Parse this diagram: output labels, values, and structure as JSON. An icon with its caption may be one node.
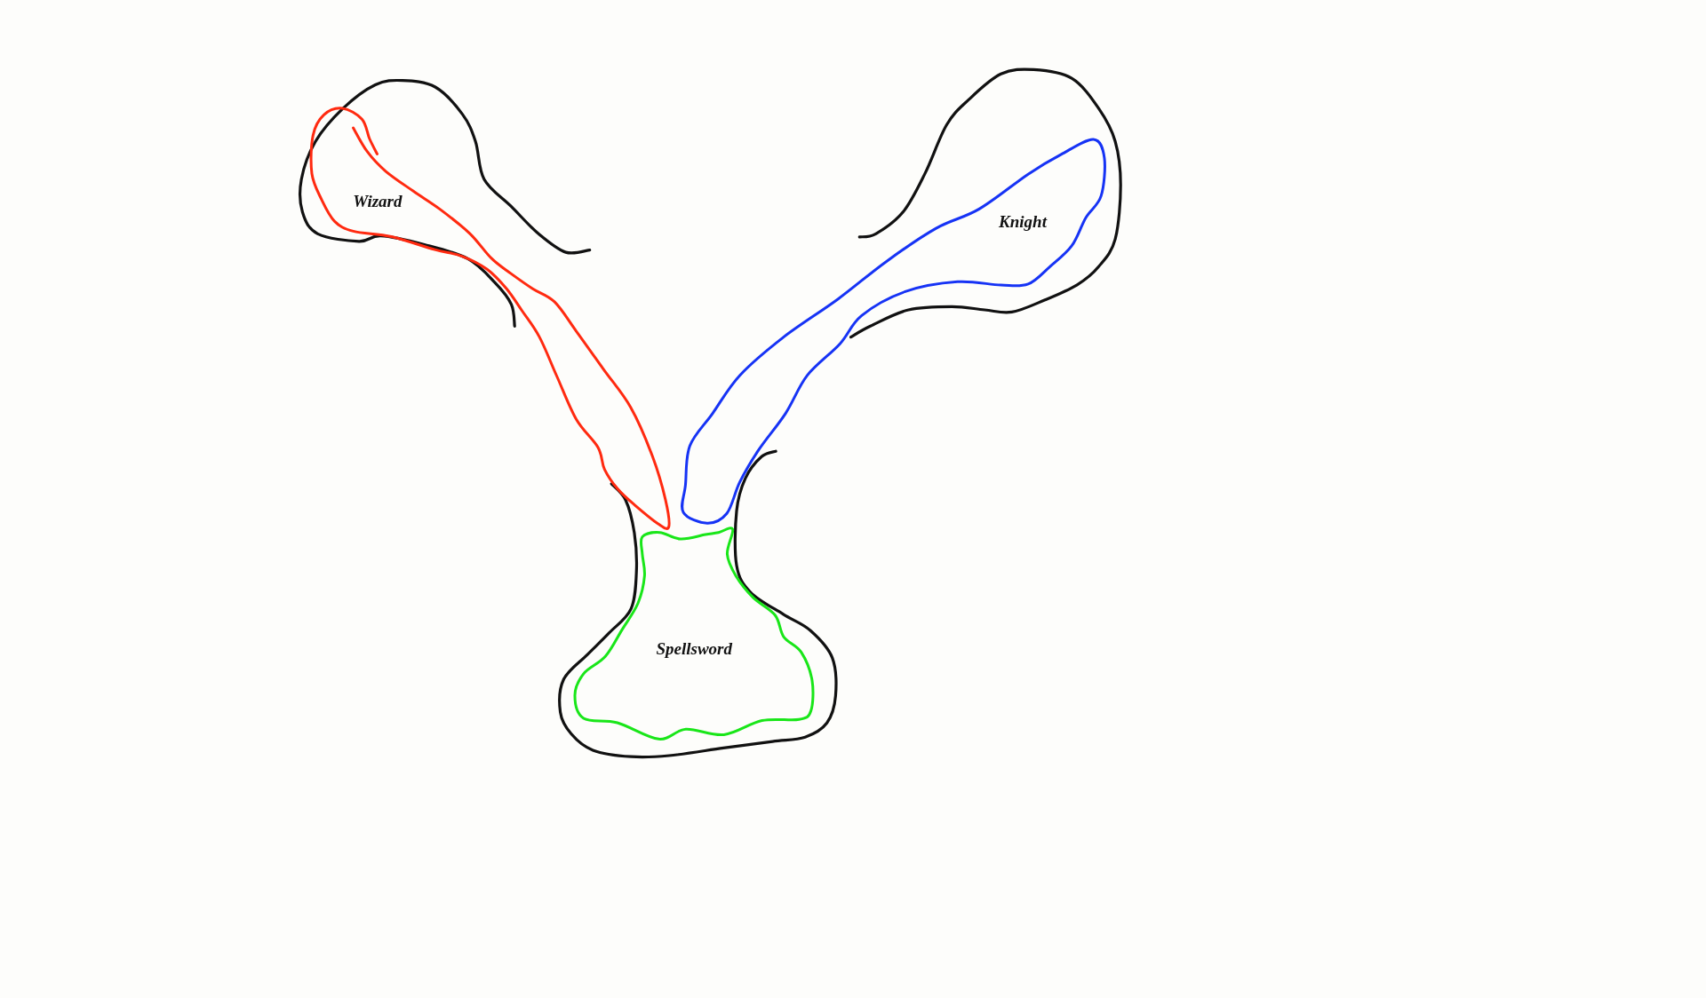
{
  "diagram": {
    "nodes": [
      {
        "text": [
          "Wizard"
        ]
      },
      {
        "text": [
          "Knight"
        ]
      },
      {
        "text": [
          "Spellsword"
        ]
      }
    ]
  }
}
